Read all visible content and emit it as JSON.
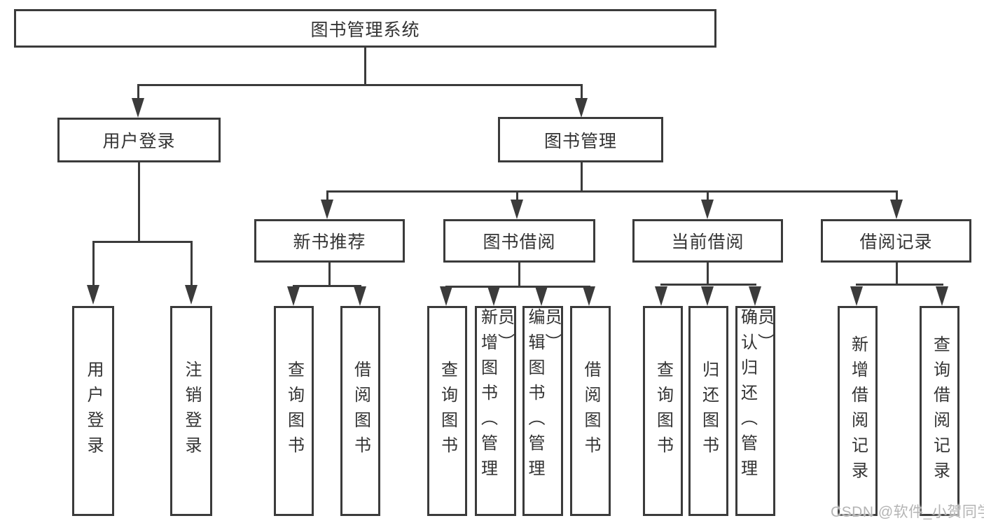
{
  "diagram": {
    "type": "tree",
    "title": "图书管理系统",
    "watermark": "CSDN @软件_小贺同学",
    "colors": {
      "line": "#3b3b3b",
      "text": "#333333",
      "background": "#ffffff",
      "watermark": "#b4b4b4"
    },
    "tree": {
      "root": {
        "label": "图书管理系统",
        "children": [
          {
            "label": "用户登录",
            "children": [
              {
                "label": "用户登录"
              },
              {
                "label": "注销登录"
              }
            ]
          },
          {
            "label": "图书管理",
            "children": [
              {
                "label": "新书推荐",
                "children": [
                  {
                    "label": "查询图书"
                  },
                  {
                    "label": "借阅图书"
                  }
                ]
              },
              {
                "label": "图书借阅",
                "children": [
                  {
                    "label": "查询图书"
                  },
                  {
                    "label": "新增图书（管理员）"
                  },
                  {
                    "label": "编辑图书（管理员）"
                  },
                  {
                    "label": "借阅图书"
                  }
                ]
              },
              {
                "label": "当前借阅",
                "children": [
                  {
                    "label": "查询图书"
                  },
                  {
                    "label": "归还图书"
                  },
                  {
                    "label": "确认归还（管理员）"
                  }
                ]
              },
              {
                "label": "借阅记录",
                "children": [
                  {
                    "label": "新增借阅记录"
                  },
                  {
                    "label": "查询借阅记录"
                  }
                ]
              }
            ]
          }
        ]
      }
    }
  }
}
